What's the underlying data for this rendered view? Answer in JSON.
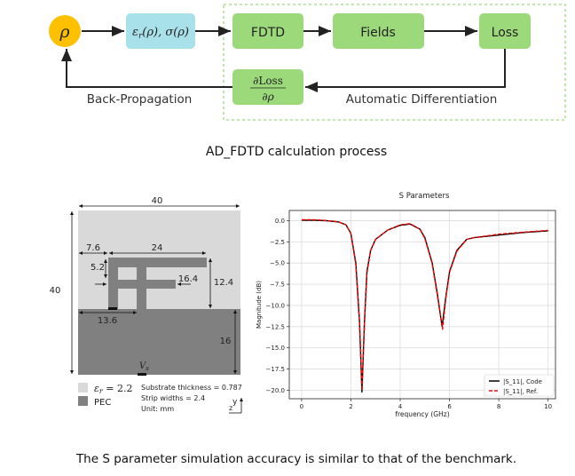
{
  "flow": {
    "rho": "ρ",
    "material": {
      "eps": "ε",
      "eps_sub": "r",
      "rest": "(ρ), σ(ρ)"
    },
    "fdtd": "FDTD",
    "fields": "Fields",
    "loss": "Loss",
    "grad_num": "∂Loss",
    "grad_den": "∂ρ",
    "back_prop": "Back-Propagation",
    "auto_diff": "Automatic Differentiation",
    "caption": "AD_FDTD calculation process",
    "colors": {
      "rho": "#FFC000",
      "material": "#A9E1EA",
      "green": "#9CD97A",
      "dash": "#9CD97A"
    }
  },
  "antenna": {
    "dims": {
      "width": "40",
      "height": "40",
      "left": "7.6",
      "top": "24",
      "gap": "5.2",
      "mid": "16.4",
      "right": "12.4",
      "feed": "13.6",
      "ground": "16"
    },
    "source": "V",
    "source_sub": "s",
    "legend": {
      "substrate_eps": "ε",
      "substrate_sub": "r",
      "substrate_val": " = 2.2",
      "pec": "PEC"
    },
    "notes": [
      "Substrate thickness = 0.787",
      "Strip widths = 2.4",
      "Unit: mm"
    ],
    "axis_y": "y",
    "axis_z": "z",
    "colors": {
      "substrate": "#D9D9D9",
      "pec": "#808080"
    }
  },
  "chart_data": {
    "type": "line",
    "title": "S Parameters",
    "xlabel": "frequency (GHz)",
    "ylabel": "Magnitude (dB)",
    "xlim": [
      -0.5,
      10.3
    ],
    "ylim": [
      -21,
      1.2
    ],
    "xticks": [
      "0",
      "2",
      "4",
      "6",
      "8",
      "10"
    ],
    "yticks": [
      "0.0",
      "−2.5",
      "−5.0",
      "−7.5",
      "−10.0",
      "−12.5",
      "−15.0",
      "−17.5",
      "−20.0"
    ],
    "grid": true,
    "legend_position": "bottom-right",
    "series": [
      {
        "name": "|S_11|, Code",
        "color": "#000000",
        "dash": false,
        "x": [
          0,
          0.5,
          1,
          1.5,
          1.8,
          2.0,
          2.2,
          2.35,
          2.45,
          2.55,
          2.65,
          2.8,
          3.0,
          3.5,
          4.0,
          4.4,
          4.8,
          5.0,
          5.3,
          5.5,
          5.7,
          5.85,
          6.0,
          6.3,
          6.7,
          7,
          8,
          9,
          10
        ],
        "y": [
          0.05,
          0.05,
          0.0,
          -0.15,
          -0.5,
          -1.5,
          -5,
          -12,
          -20.2,
          -12,
          -6,
          -3.5,
          -2.2,
          -1.1,
          -0.55,
          -0.4,
          -1.0,
          -2.0,
          -5,
          -8.5,
          -12.5,
          -9,
          -6,
          -3.5,
          -2.2,
          -2.0,
          -1.7,
          -1.4,
          -1.2
        ]
      },
      {
        "name": "|S_11|, Ref.",
        "color": "#FF0000",
        "dash": true,
        "x": [
          0,
          0.5,
          1,
          1.5,
          1.8,
          2.0,
          2.2,
          2.35,
          2.45,
          2.55,
          2.65,
          2.8,
          3.0,
          3.5,
          4.0,
          4.4,
          4.8,
          5.0,
          5.3,
          5.5,
          5.72,
          5.85,
          6.0,
          6.3,
          6.7,
          7,
          8,
          9,
          10
        ],
        "y": [
          0.1,
          0.1,
          0.02,
          -0.15,
          -0.5,
          -1.5,
          -5.2,
          -12.2,
          -20.0,
          -12.2,
          -6.2,
          -3.5,
          -2.2,
          -1.1,
          -0.5,
          -0.35,
          -1.0,
          -2.1,
          -5.1,
          -8.7,
          -12.8,
          -9.2,
          -6.1,
          -3.6,
          -2.2,
          -2.0,
          -1.6,
          -1.35,
          -1.15
        ]
      }
    ]
  },
  "conclusion": "The S parameter simulation accuracy is similar to that of the benchmark."
}
